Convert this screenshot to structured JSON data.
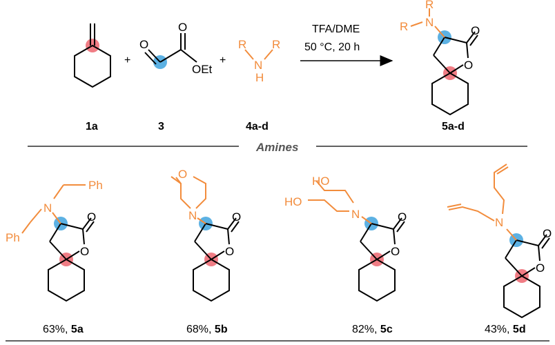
{
  "reagents": {
    "alkene_label": "1a",
    "glyoxylate_label": "3",
    "glyoxylate_o": "O",
    "glyoxylate_oet": "OEt",
    "amine_label": "4a-d",
    "amine_r1": "R",
    "amine_r2": "R",
    "amine_n": "N",
    "amine_h": "H",
    "plus": "+"
  },
  "conditions": {
    "line1": "TFA/DME",
    "line2": "50 °C, 20 h"
  },
  "product": {
    "label": "5a-d",
    "r1": "R",
    "r2": "R",
    "n": "N",
    "o_carbonyl": "O",
    "o_ring": "O"
  },
  "section_header": "Amines",
  "products": [
    {
      "yield": "63%, ",
      "label": "5a",
      "sub1": "Ph",
      "sub2": "Ph",
      "n": "N"
    },
    {
      "yield": "68%, ",
      "label": "5b",
      "o": "O",
      "n": "N"
    },
    {
      "yield": "82%, ",
      "label": "5c",
      "ho1": "HO",
      "ho2": "HO",
      "n": "N"
    },
    {
      "yield": "43%, ",
      "label": "5d",
      "n": "N"
    }
  ],
  "colors": {
    "amine_orange": "#f28c3c",
    "highlight_blue": "#4aa8e0",
    "highlight_red": "#ee6f78"
  }
}
